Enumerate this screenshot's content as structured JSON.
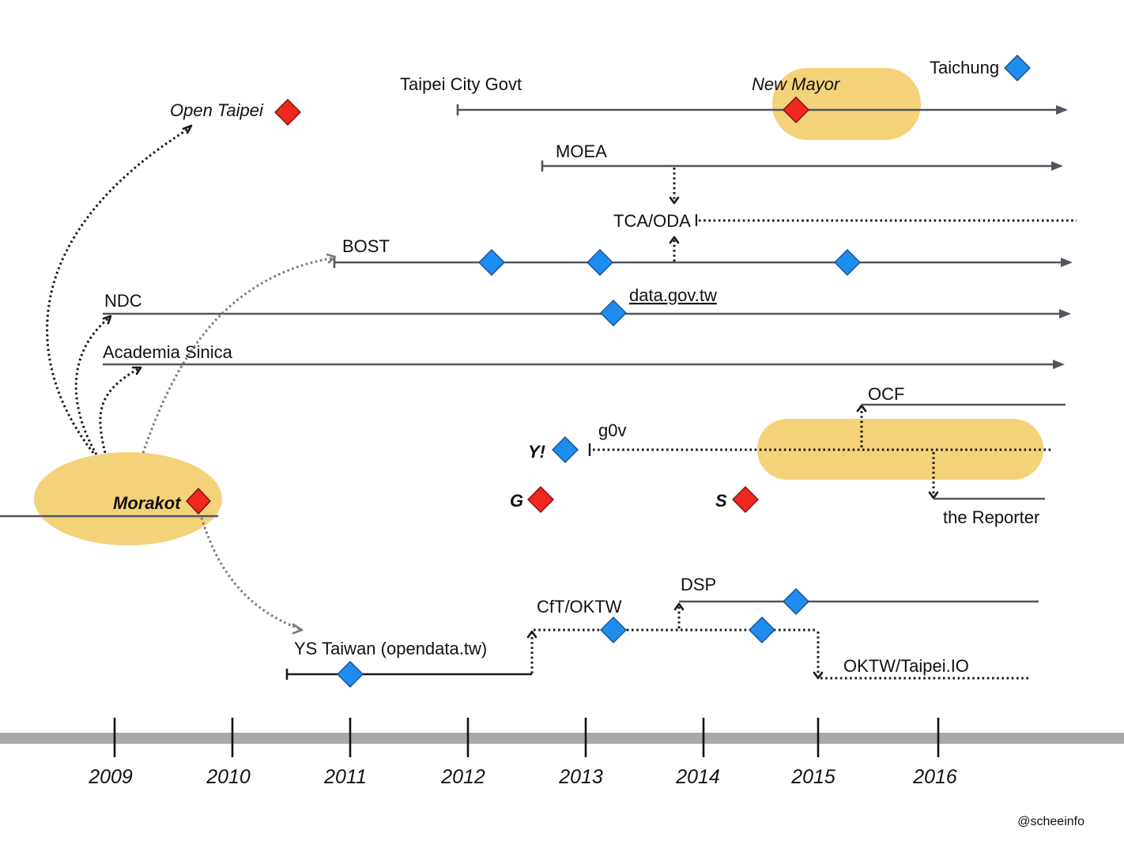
{
  "colors": {
    "blue_marker": "#1e8df0",
    "red_marker": "#f0281e",
    "highlight": "#f4d27a",
    "timeline_axis": "#a9a9a9"
  },
  "timeline": {
    "years": [
      "2009",
      "2010",
      "2011",
      "2012",
      "2013",
      "2014",
      "2015",
      "2016"
    ]
  },
  "labels": {
    "open_taipei": "Open Taipei",
    "taipei_city_govt": "Taipei City Govt",
    "new_mayor": "New Mayor",
    "taichung": "Taichung",
    "moea": "MOEA",
    "tca_oda": "TCA/ODA",
    "bost": "BOST",
    "ndc": "NDC",
    "data_gov_tw": "data.gov.tw",
    "academia_sinica": "Academia Sinica",
    "ocf": "OCF",
    "g0v": "g0v",
    "yahoo": "Y!",
    "google": "G",
    "s": "S",
    "the_reporter": "the Reporter",
    "morakot": "Morakot",
    "dsp": "DSP",
    "cft_oktw": "CfT/OKTW",
    "ys_taiwan": "YS Taiwan (opendata.tw)",
    "oktw_taipei_io": "OKTW/Taipei.IO"
  },
  "credit": "@scheeinfo"
}
